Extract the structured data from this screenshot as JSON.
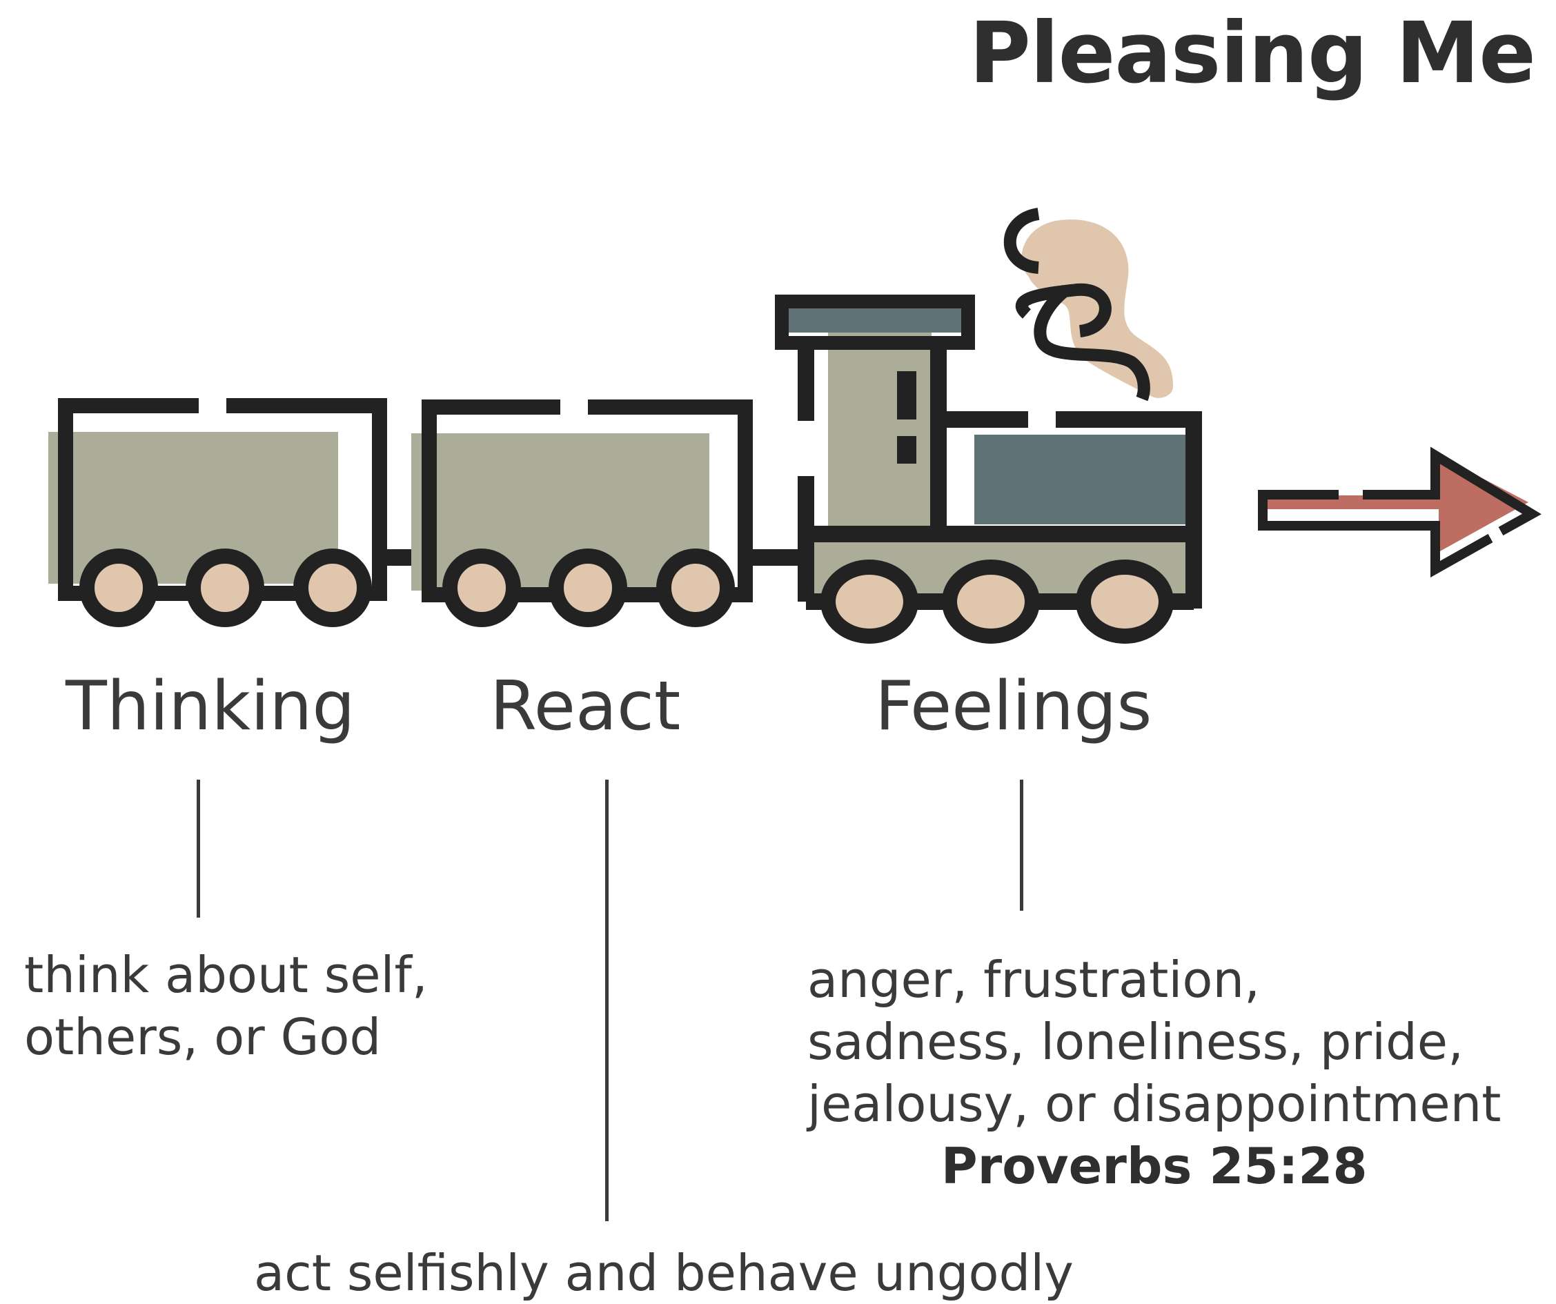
{
  "title": "Pleasing Me",
  "cars": [
    {
      "label": "Thinking",
      "description": [
        "think about self,",
        "others, or God"
      ]
    },
    {
      "label": "React",
      "description": [
        "act selfishly and behave ungodly"
      ]
    },
    {
      "label": "Feelings",
      "description": [
        "anger, frustration,",
        "sadness, loneliness, pride,",
        "jealousy, or disappointment"
      ],
      "reference": "Proverbs 25:28"
    }
  ],
  "icons": {
    "train": "train-icon",
    "arrow": "right-arrow-icon",
    "smoke": "smoke-icon"
  },
  "colors": {
    "outline": "#222222",
    "car_fill": "#abad98",
    "wheel_fill": "#e0c6ad",
    "cab_window": "#5f7275",
    "arrow_fill": "#bd6d62",
    "text": "#3a3a3a"
  }
}
